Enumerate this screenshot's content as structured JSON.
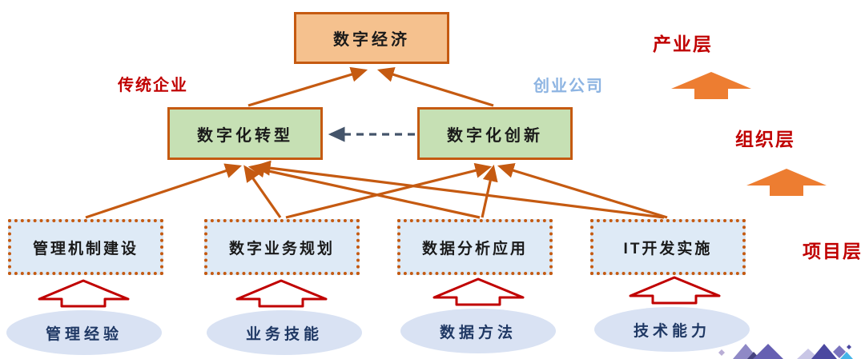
{
  "diagram": {
    "top_box": "数字经济",
    "transform_box": "数字化转型",
    "innovation_box": "数字化创新",
    "label_traditional": "传统企业",
    "label_startup": "创业公司",
    "layers": {
      "industry": "产业层",
      "organization": "组织层",
      "project": "项目层"
    },
    "projects": [
      {
        "label": "管理机制建设",
        "capability": "管理经验"
      },
      {
        "label": "数字业务规划",
        "capability": "业务技能"
      },
      {
        "label": "数据分析应用",
        "capability": "数据方法"
      },
      {
        "label": "IT开发实施",
        "capability": "技术能力"
      }
    ],
    "colors": {
      "orange_fill": "#F5C18E",
      "orange_border": "#C55A11",
      "green_fill": "#C6E0B4",
      "project_fill": "#DEEAF6",
      "ellipse_fill": "#D9E2F3",
      "ellipse_text": "#1F3864",
      "red_label": "#C00000",
      "startup_label_blue": "#8DB4E2",
      "solid_arrow_orange": "#ED7D31",
      "connector_orange": "#C55A11",
      "dashed_connector": "#44546A",
      "hollow_arrow_red": "#C00000"
    }
  }
}
